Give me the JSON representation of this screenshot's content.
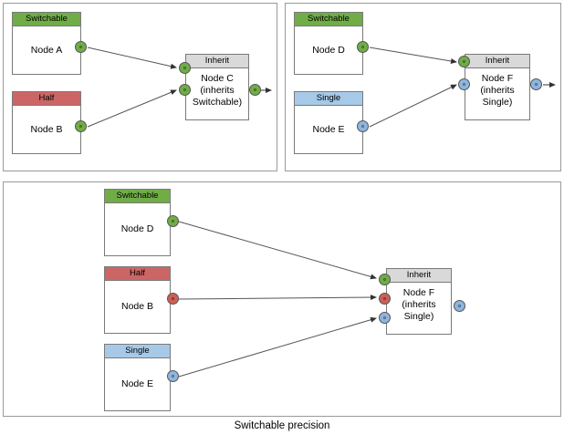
{
  "figure": {
    "caption": "Switchable precision",
    "colors": {
      "switchable_header": "#70ad47",
      "half_header": "#cc6666",
      "single_header": "#a6c9e8",
      "inherit_header": "#d9d9d9",
      "port_green": "#70ad47",
      "port_red": "#cc6158",
      "port_blue": "#8fb5dd",
      "panel_border": "#9a9a9a",
      "node_border": "#7a7a7a",
      "edge": "#555555",
      "background": "#ffffff"
    }
  },
  "panels": [
    {
      "id": "panel-1",
      "name": "switchable-inherits-switchable",
      "nodes": [
        {
          "id": "node-a",
          "header": "Switchable",
          "header_type": "switchable",
          "body": "Node A",
          "ports": [
            {
              "name": "node-a-output",
              "color": "green",
              "side": "right"
            }
          ]
        },
        {
          "id": "node-b",
          "header": "Half",
          "header_type": "half",
          "body": "Node B",
          "ports": [
            {
              "name": "node-b-output",
              "color": "green",
              "side": "right"
            }
          ]
        },
        {
          "id": "node-c",
          "header": "Inherit",
          "header_type": "inherit",
          "body": "Node C\n(inherits\nSwitchable)",
          "ports": [
            {
              "name": "node-c-input-1",
              "color": "green",
              "side": "left"
            },
            {
              "name": "node-c-input-2",
              "color": "green",
              "side": "left"
            },
            {
              "name": "node-c-output",
              "color": "green",
              "side": "right"
            }
          ]
        }
      ],
      "edges": [
        {
          "from": "node-a-output",
          "to": "node-c-input-1"
        },
        {
          "from": "node-b-output",
          "to": "node-c-input-2"
        },
        {
          "from": "node-c-output",
          "to": "outside"
        }
      ]
    },
    {
      "id": "panel-2",
      "name": "switchable-single-inherits-single",
      "nodes": [
        {
          "id": "node-d",
          "header": "Switchable",
          "header_type": "switchable",
          "body": "Node D",
          "ports": [
            {
              "name": "node-d-output",
              "color": "green",
              "side": "right"
            }
          ]
        },
        {
          "id": "node-e",
          "header": "Single",
          "header_type": "single",
          "body": "Node E",
          "ports": [
            {
              "name": "node-e-output",
              "color": "blue",
              "side": "right"
            }
          ]
        },
        {
          "id": "node-f",
          "header": "Inherit",
          "header_type": "inherit",
          "body": "Node F\n(inherits\nSingle)",
          "ports": [
            {
              "name": "node-f-input-1",
              "color": "green",
              "side": "left"
            },
            {
              "name": "node-f-input-2",
              "color": "blue",
              "side": "left"
            },
            {
              "name": "node-f-output",
              "color": "blue",
              "side": "right"
            }
          ]
        }
      ],
      "edges": [
        {
          "from": "node-d-output",
          "to": "node-f-input-1"
        },
        {
          "from": "node-e-output",
          "to": "node-f-input-2"
        },
        {
          "from": "node-f-output",
          "to": "outside"
        }
      ]
    },
    {
      "id": "panel-3",
      "name": "three-inputs-inherits-single",
      "nodes": [
        {
          "id": "node-d-2",
          "header": "Switchable",
          "header_type": "switchable",
          "body": "Node D",
          "ports": [
            {
              "name": "node-d2-output",
              "color": "green",
              "side": "right"
            }
          ]
        },
        {
          "id": "node-b-2",
          "header": "Half",
          "header_type": "half",
          "body": "Node B",
          "ports": [
            {
              "name": "node-b2-output",
              "color": "red",
              "side": "right"
            }
          ]
        },
        {
          "id": "node-e-2",
          "header": "Single",
          "header_type": "single",
          "body": "Node E",
          "ports": [
            {
              "name": "node-e2-output",
              "color": "blue",
              "side": "right"
            }
          ]
        },
        {
          "id": "node-f-2",
          "header": "Inherit",
          "header_type": "inherit",
          "body": "Node F\n(inherits\nSingle)",
          "ports": [
            {
              "name": "node-f2-input-1",
              "color": "green",
              "side": "left"
            },
            {
              "name": "node-f2-input-2",
              "color": "red",
              "side": "left"
            },
            {
              "name": "node-f2-input-3",
              "color": "blue",
              "side": "left"
            },
            {
              "name": "node-f2-output",
              "color": "blue",
              "side": "right"
            }
          ]
        }
      ],
      "edges": [
        {
          "from": "node-d2-output",
          "to": "node-f2-input-1"
        },
        {
          "from": "node-b2-output",
          "to": "node-f2-input-2"
        },
        {
          "from": "node-e2-output",
          "to": "node-f2-input-3"
        }
      ]
    }
  ]
}
